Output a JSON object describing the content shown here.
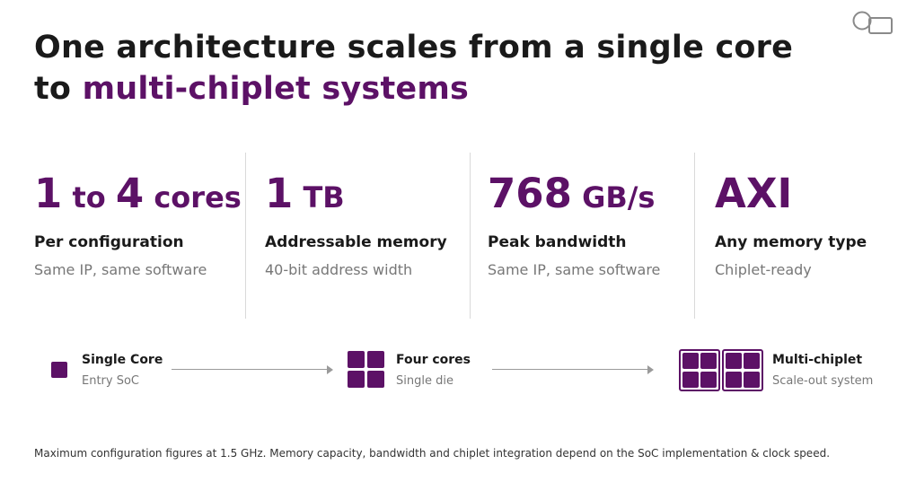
{
  "title": {
    "line1": "One architecture scales from a single core",
    "line2_prefix": "to ",
    "line2_accent": "multi-chiplet systems"
  },
  "stats": [
    {
      "num_a": "1",
      "joiner": " to ",
      "num_b": "4",
      "unit": " cores",
      "label": "Per configuration",
      "sub": "Same IP, same software"
    },
    {
      "num": "1",
      "unit": " TB",
      "label": "Addressable memory",
      "sub": "40-bit address width"
    },
    {
      "num": "768",
      "unit": " GB/s",
      "label": "Peak bandwidth",
      "sub": "Same IP, same software"
    },
    {
      "num": "AXI",
      "label": "Any memory type",
      "sub": "Chiplet-ready"
    }
  ],
  "flow": [
    {
      "title": "Single Core",
      "sub": "Entry SoC",
      "icon": "single-core-icon"
    },
    {
      "title": "Four cores",
      "sub": "Single die",
      "icon": "quad-core-icon"
    },
    {
      "title": "Multi-chiplet",
      "sub": "Scale-out system",
      "icon": "multi-chiplet-icon"
    }
  ],
  "footnote": "Maximum configuration figures at 1.5 GHz. Memory capacity, bandwidth and chiplet integration depend on the SoC implementation & clock speed.",
  "colors": {
    "accent": "#5c1166",
    "text": "#1a1a1a",
    "muted": "#777777",
    "divider": "#d9d9d9"
  },
  "logo_icon": "two-shapes-logo-icon"
}
